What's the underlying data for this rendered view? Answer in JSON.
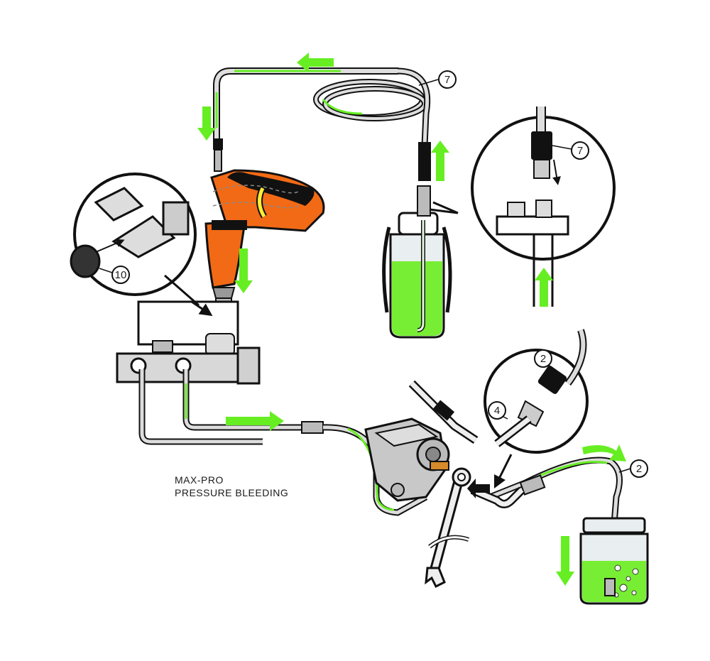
{
  "caption": {
    "line1": "MAX-PRO",
    "line2": "PRESSURE BLEEDING"
  },
  "callouts": {
    "hose_top": "7",
    "hose_detail": "7",
    "adapter": "10",
    "bleeder_hose_detail": "2",
    "bleeder_hose_jar": "2",
    "elbow": "4"
  },
  "colors": {
    "flow_green": "#66ee22",
    "fluid_green": "#77ee33",
    "gun_orange": "#f26a16",
    "outline": "#111111",
    "hose": "#dcdcdc",
    "metal": "#c8c8c8",
    "glass": "#e9eef0"
  },
  "icons": [
    "flow-arrow-icon",
    "rotate-arrow-icon",
    "wrench-icon",
    "bubbles-icon"
  ]
}
